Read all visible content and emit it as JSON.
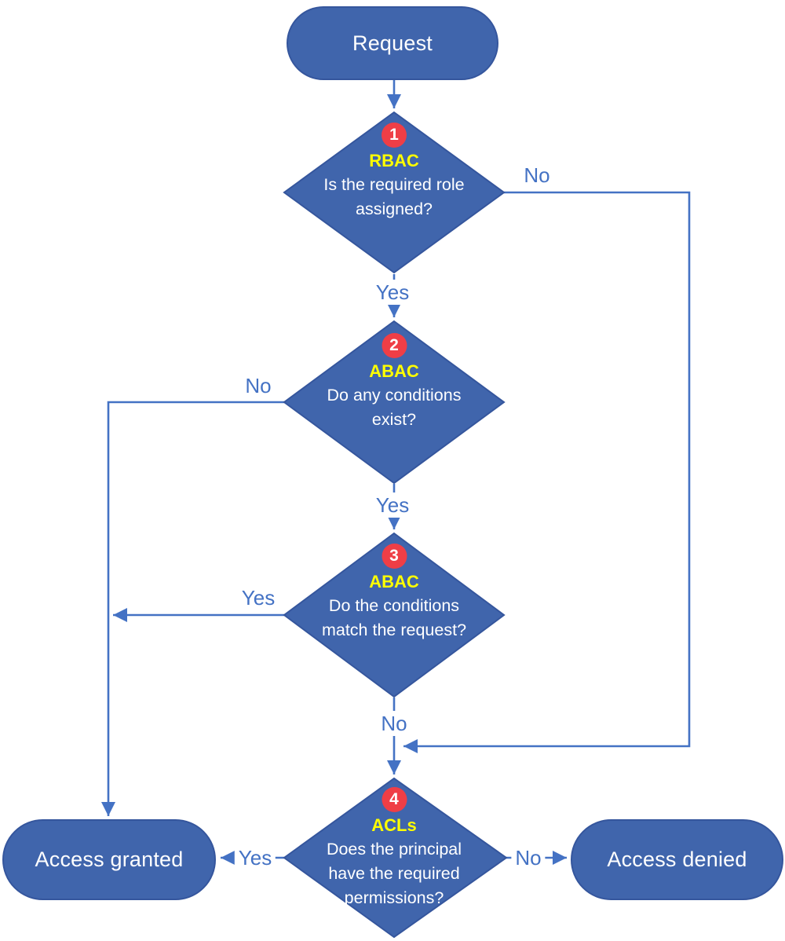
{
  "colors": {
    "background": "#FFFFFF",
    "shape_fill": "#4065AC",
    "shape_border": "#35569D",
    "shape_text": "#FFFFFF",
    "connector": "#4472C4",
    "label": "#4472C4",
    "badge_red": "#EF3E46",
    "badge_text": "#FFFFFF",
    "accent_yellow": "#FFFF00"
  },
  "nodes": {
    "start": {
      "label": "Request"
    },
    "d1": {
      "number": "1",
      "tag": "RBAC",
      "question": "Is the required role assigned?"
    },
    "d2": {
      "number": "2",
      "tag": "ABAC",
      "question": "Do any conditions exist?"
    },
    "d3": {
      "number": "3",
      "tag": "ABAC",
      "question": "Do the conditions match the request?"
    },
    "d4": {
      "number": "4",
      "tag": "ACLs",
      "question": "Does the principal have the required permissions?"
    },
    "granted": {
      "label": "Access granted"
    },
    "denied": {
      "label": "Access denied"
    }
  },
  "edges": {
    "d1_yes": "Yes",
    "d1_no": "No",
    "d2_yes": "Yes",
    "d2_no": "No",
    "d3_yes": "Yes",
    "d3_no": "No",
    "d4_yes": "Yes",
    "d4_no": "No"
  }
}
